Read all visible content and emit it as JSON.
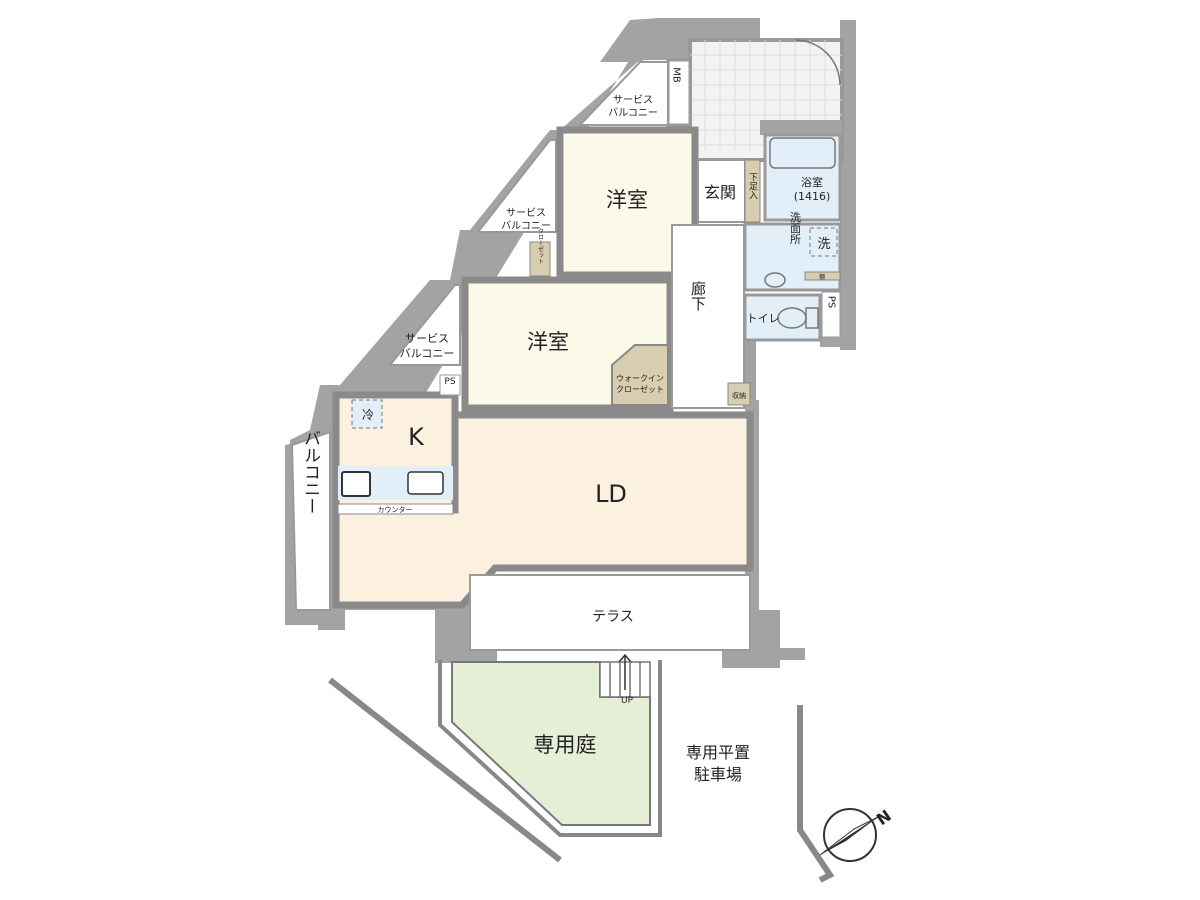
{
  "floorplan": {
    "rooms": {
      "western_room_1": "洋室",
      "western_room_2": "洋室",
      "entrance": "玄関",
      "shoe_storage": "下足入",
      "bathroom": "浴室",
      "bathroom_size": "(1416)",
      "washroom": "洗面所",
      "washer": "洗",
      "shelf": "棚",
      "toilet": "トイレ",
      "ps_1": "PS",
      "ps_2": "PS",
      "mb": "MB",
      "hallway": "廊下",
      "walk_in_closet_line1": "ウォークイン",
      "walk_in_closet_line2": "クローゼット",
      "closet": "クローゼット",
      "storage": "収納",
      "kitchen": "K",
      "fridge": "冷",
      "counter": "カウンター",
      "living_dining": "LD",
      "terrace": "テラス",
      "private_garden": "専用庭",
      "up": "UP",
      "balcony": "バルコニー",
      "service_balcony_line1": "サービス",
      "service_balcony_line2": "バルコニー",
      "parking_line1": "専用平置",
      "parking_line2": "駐車場"
    },
    "compass": "N",
    "colors": {
      "wall": "#a3a3a3",
      "western_room": "#fbfae8",
      "ld_kitchen": "#fcf1df",
      "storage": "#d9cdb0",
      "wet_area": "#e2eef8",
      "garden": "#e5efd5",
      "entrance_tile": "#f3f3f3"
    }
  }
}
